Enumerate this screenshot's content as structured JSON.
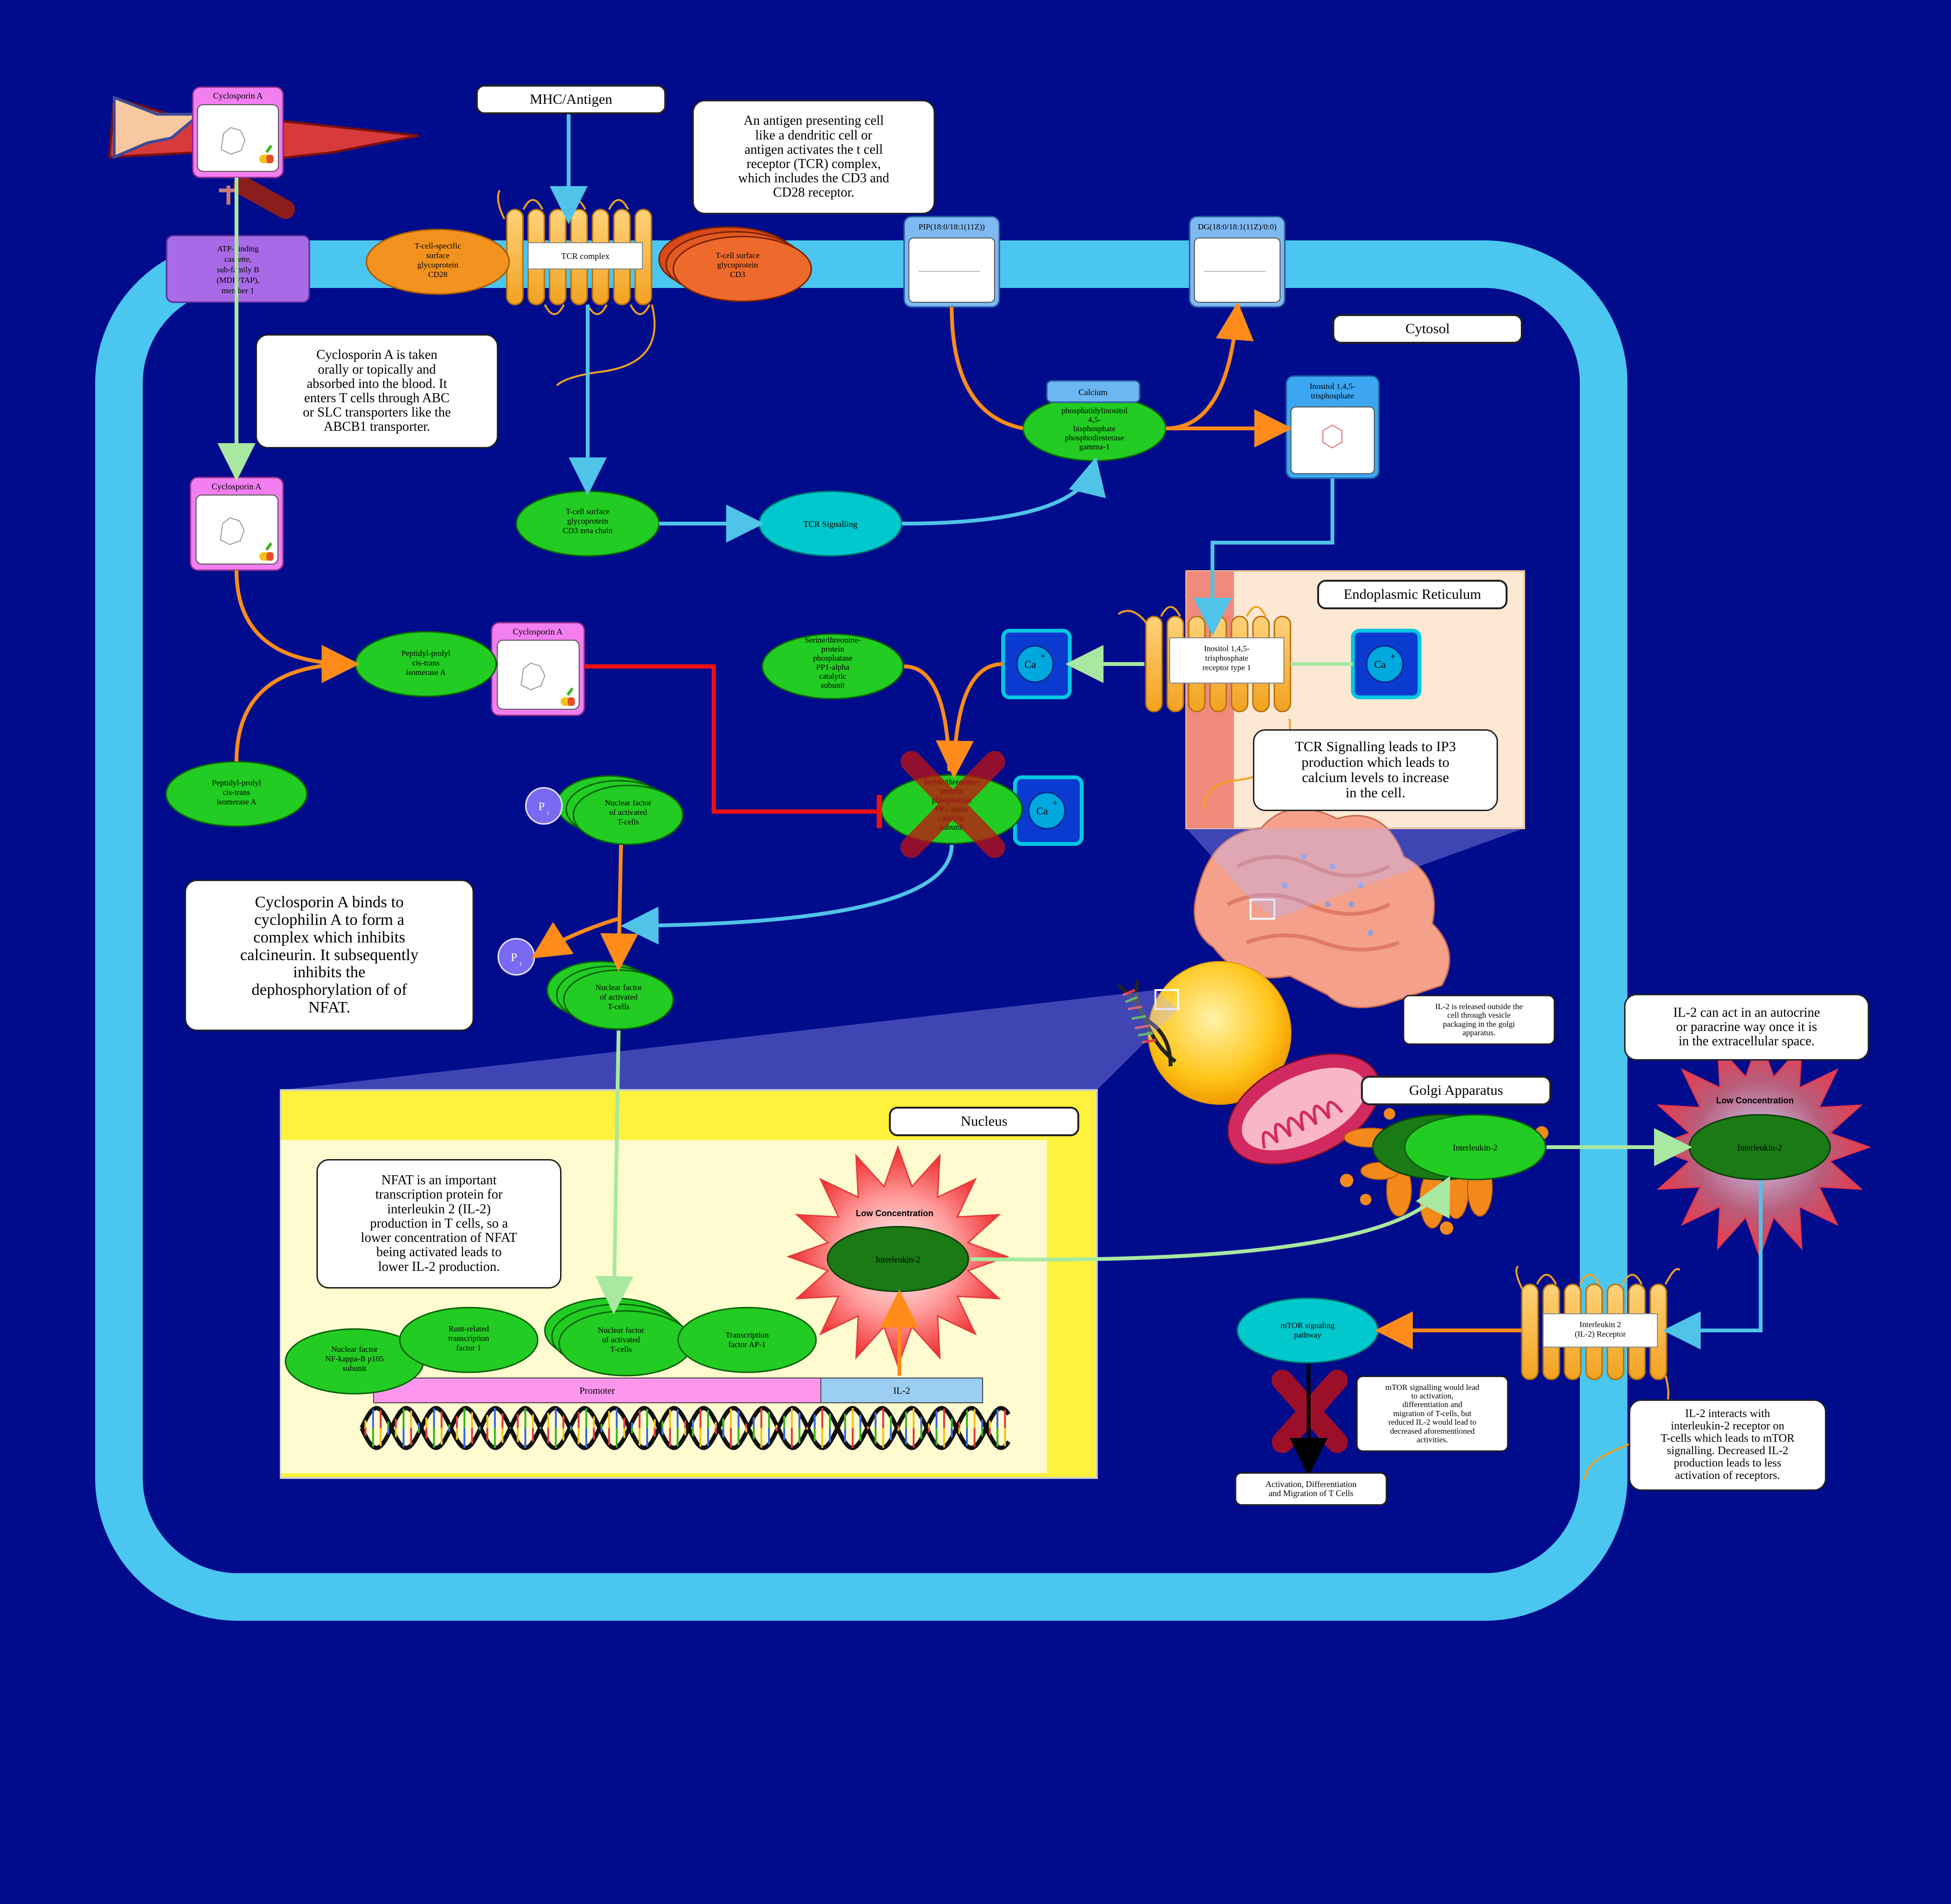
{
  "colors": {
    "background": "#000c8c",
    "membrane": "#4ac6f0",
    "protein_green": "#22cc22",
    "protein_dark_green": "#1a7a14",
    "signalling_cyan": "#00c8cc",
    "drug_pink": "#f27ef0",
    "transporter_purple": "#a86ae6",
    "arrow_orange": "#ff8c1a",
    "arrow_cyan": "#4fc3e8",
    "arrow_light_green": "#a8e8a0",
    "inhibition_red": "#ee1111",
    "nucleus_yellow": "#fff23c",
    "er_peach": "#fde8d4"
  },
  "labels": {
    "mhc_antigen": "MHC/Antigen",
    "cytosol": "Cytosol",
    "endoplasmic_reticulum": "Endoplasmic Reticulum",
    "nucleus": "Nucleus",
    "golgi_apparatus": "Golgi Apparatus",
    "low_concentration": "Low Concentration"
  },
  "notes": {
    "apc": "An antigen presenting cell\nlike a dendritic cell or\nantigen activates the t cell\nreceptor (TCR) complex,\nwhich includes the CD3 and\nCD28 receptor.",
    "cyclosporin_uptake": "Cyclosporin A is taken\norally or topically and\nabsorbed into the blood. It\nenters T cells through ABC\nor SLC transporters like the\nABCB1 transporter.",
    "cyclophilin": "Cyclosporin A binds to\ncyclophilin A to form a\ncomplex which inhibits\ncalcineurin. It subsequently\ninhibits the\ndephosphorylation of of\nNFAT.",
    "tcr_ip3": "TCR Signalling leads to IP3\nproduction which leads to\ncalcium levels to increase\nin the cell.",
    "nfat_il2": "NFAT is an important\ntranscription protein for\ninterleukin 2 (IL-2)\nproduction in T cells, so a\nlower concentration of NFAT\nbeing activated leads to\nlower IL-2 production.",
    "il2_release": "IL-2 is released outside the\ncell through vesicle\npackaging in the golgi\napparatus.",
    "il2_autocrine": "IL-2 can act in an autocrine\nor paracrine way once it is\nin the extracellular space.",
    "mtor_effect": "mTOR signalling would lead\nto activation,\ndifferentiation and\nmigration of T-cells, but\nreduced IL-2 would lead to\ndecreased aforementioned\nactivities.",
    "il2_receptor": "IL-2 interacts with\ninterleukin-2 receptor on\nT-cells which leads to mTOR\nsignalling. Decreased IL-2\nproduction leads to less\nactivation of receptors.",
    "activation_outcome": "Activation, Differentiation\nand Migration of T Cells"
  },
  "nodes": {
    "cyclosporin_a": "Cyclosporin A",
    "abcb1": "ATP-binding\ncassette,\nsub-family B\n(MDR/TAP),\nmember 1",
    "cd28": "T-cell-specific\nsurface\nglycoprotein\nCD28",
    "tcr_complex": "TCR complex",
    "cd3": "T-cell surface\nglycoprotein\nCD3",
    "pip": "PIP(18:0/18:1(11Z))",
    "dg": "DG(18:0/18:1(11Z)/0:0)",
    "cd3_zeta": "T-cell surface\nglycoprotein\nCD3 zeta chain",
    "tcr_signalling": "TCR Signalling",
    "plcg1": "phosphatidylinositol\n4,5-\nbisphosphate\nphosphodiesterase\ngamma-1",
    "calcium": "Calcium",
    "ip3": "Inositol 1,4,5-\ntrisphosphate",
    "ppia_1": "Peptidyl-prolyl\ncis-trans\nisomerase A",
    "ppia_2": "Peptidyl-prolyl\ncis-trans\nisomerase A",
    "pp1_alpha": "Serine/threonine-\nprotein\nphosphatase\nPP1-alpha\ncatalytic\nsubunit",
    "calcineurin": "Serine/threonine-\nprotein\nphosphatase\nPP1-alpha\ncatalytic\nsubunit",
    "ip3r": "Inositol 1,4,5-\ntrisphosphate\nreceptor type 1",
    "ca": "Ca",
    "ca_plus": "+",
    "pi": "P",
    "pi_sub": "i",
    "nfat": "Nuclear factor\nof activated\nT-cells",
    "nfkb": "Nuclear factor\nNF-kappa-B p105\nsubunit",
    "runx1": "Runt-related\ntranscription\nfactor 1",
    "ap1": "Transcription\nfactor AP-1",
    "promoter": "Promoter",
    "il2_gene": "IL-2",
    "interleukin2": "Interleukin-2",
    "il2r": "Interleukin 2\n(IL-2) Receptor",
    "mtor": "mTOR signaling\npathway"
  }
}
